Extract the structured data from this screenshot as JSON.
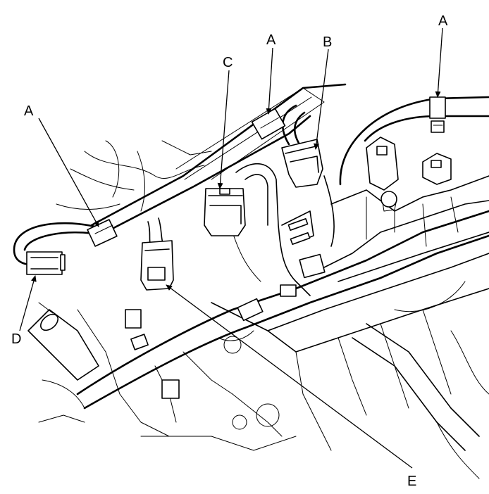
{
  "diagram": {
    "callouts": [
      {
        "id": "A1",
        "label": "A"
      },
      {
        "id": "A2",
        "label": "A"
      },
      {
        "id": "A3",
        "label": "A"
      },
      {
        "id": "B",
        "label": "B"
      },
      {
        "id": "C",
        "label": "C"
      },
      {
        "id": "D",
        "label": "D"
      },
      {
        "id": "E",
        "label": "E"
      }
    ],
    "colors": {
      "ink": "#000000",
      "paper": "#ffffff"
    }
  }
}
